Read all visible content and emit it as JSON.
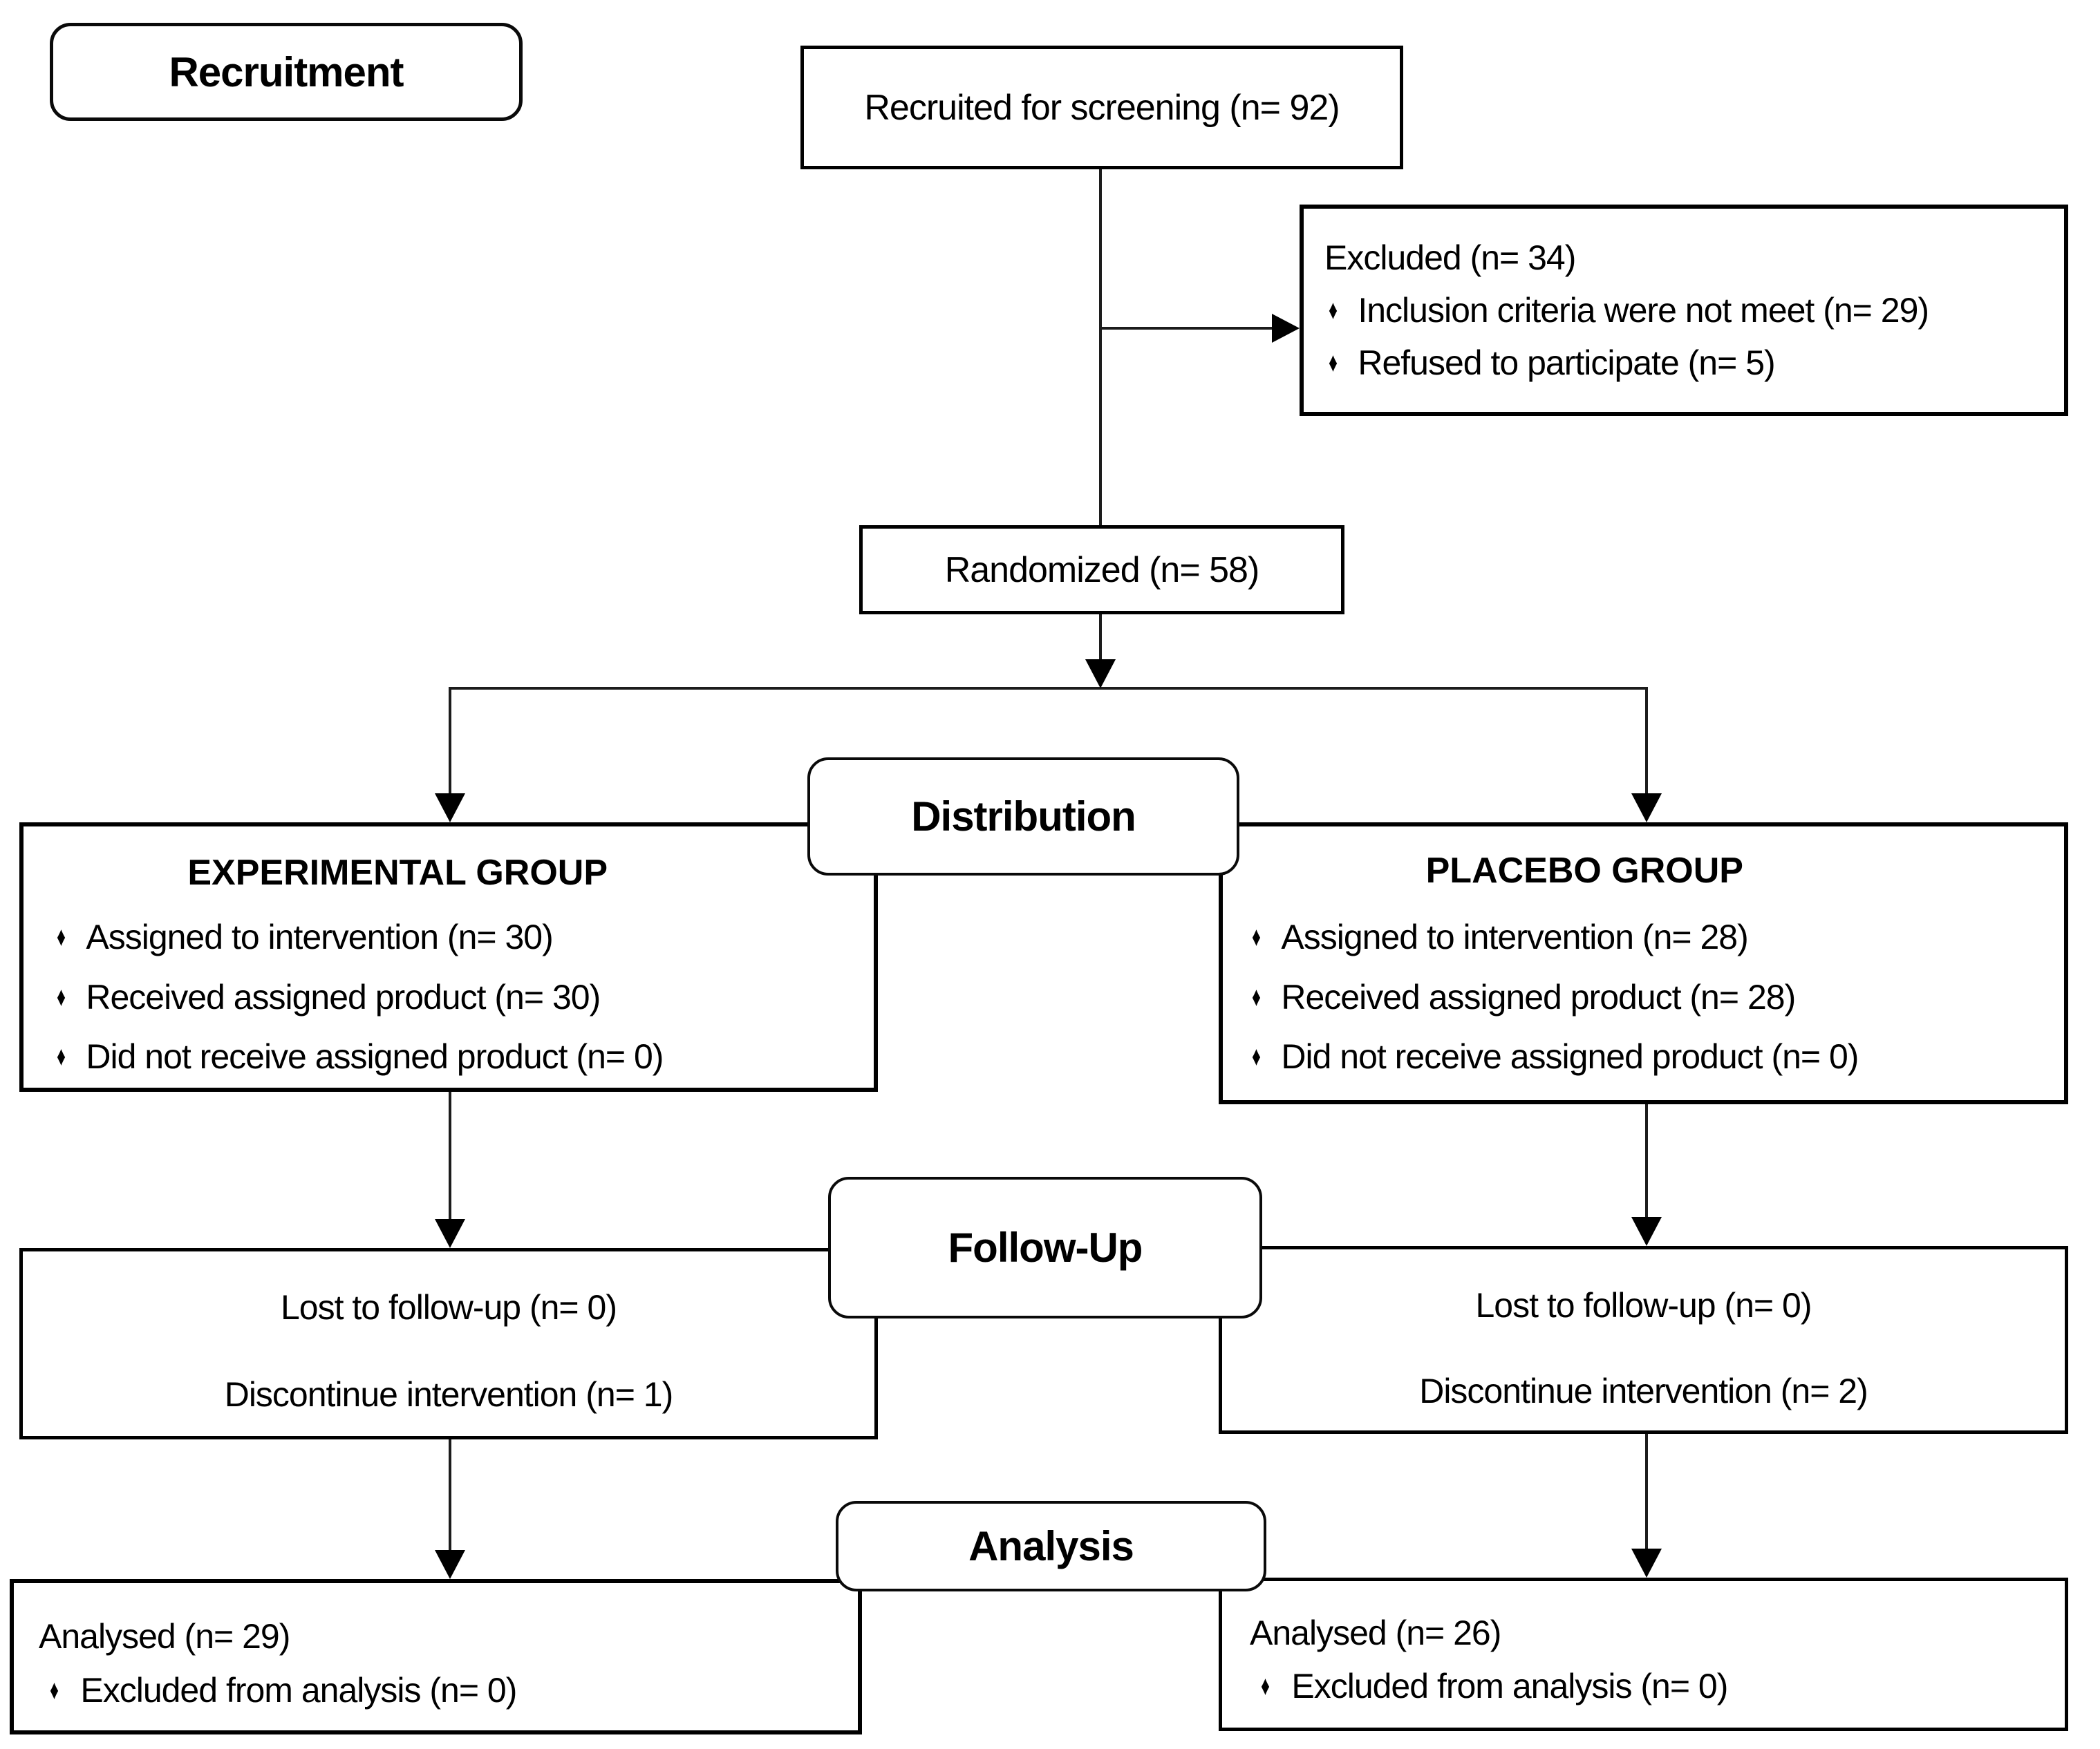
{
  "flow": {
    "bullet_icon": "♦",
    "colors": {
      "ink": "#000000",
      "background": "#ffffff"
    },
    "stages": {
      "recruitment": "Recruitment",
      "distribution": "Distribution",
      "followup": "Follow-Up",
      "analysis": "Analysis"
    },
    "recruited": {
      "text": "Recruited for screening (n= 92)"
    },
    "excluded": {
      "title": "Excluded (n= 34)",
      "bullets": [
        "Inclusion criteria were not meet (n= 29)",
        "Refused to participate (n= 5)"
      ]
    },
    "randomized": {
      "text": "Randomized (n= 58)"
    },
    "experimental": {
      "title": "EXPERIMENTAL GROUP",
      "bullets": [
        "Assigned to intervention (n= 30)",
        "Received assigned product (n= 30)",
        "Did not receive assigned product (n= 0)"
      ]
    },
    "placebo": {
      "title": "PLACEBO GROUP",
      "bullets": [
        "Assigned to intervention (n= 28)",
        "Received assigned product (n= 28)",
        "Did not receive assigned product (n= 0)"
      ]
    },
    "followup_left": {
      "lines": [
        "Lost to follow-up (n= 0)",
        "Discontinue intervention (n= 1)"
      ]
    },
    "followup_right": {
      "lines": [
        "Lost to follow-up (n= 0)",
        "Discontinue intervention (n= 2)"
      ]
    },
    "analysis_left": {
      "title": "Analysed (n= 29)",
      "bullets": [
        "Excluded from analysis (n= 0)"
      ]
    },
    "analysis_right": {
      "title": "Analysed (n= 26)",
      "bullets": [
        "Excluded from analysis (n= 0)"
      ]
    }
  }
}
